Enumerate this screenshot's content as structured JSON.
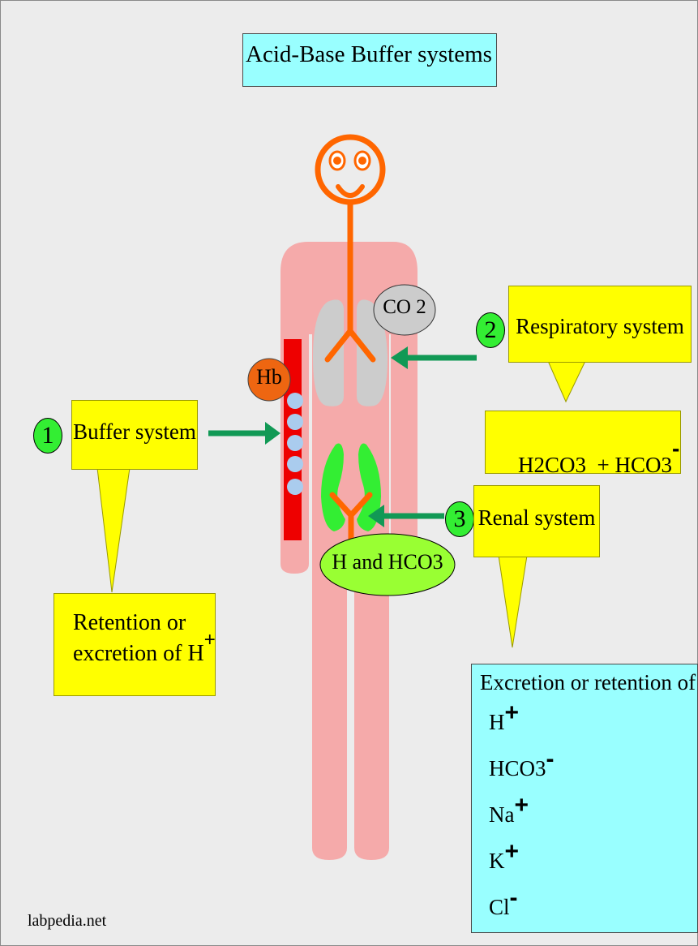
{
  "title": "Acid-Base Buffer systems",
  "body_labels": {
    "co2": "CO 2",
    "hb": "Hb",
    "kidney": "H and HCO3"
  },
  "buffer": {
    "number": "1",
    "label": "Buffer system",
    "result_line1": "Retention or",
    "result_line2": "excretion of H",
    "result_sup": "+"
  },
  "respiratory": {
    "number": "2",
    "label": "Respiratory system",
    "result": "H2CO3  + HCO3",
    "result_sup": "-"
  },
  "renal": {
    "number": "3",
    "label": "Renal system",
    "result_title": "Excretion or retention of",
    "ions": [
      {
        "name": "H",
        "charge": "+"
      },
      {
        "name": "HCO3",
        "charge": "-"
      },
      {
        "name": "Na",
        "charge": "+"
      },
      {
        "name": "K",
        "charge": "+"
      },
      {
        "name": "Cl",
        "charge": "-"
      }
    ]
  },
  "watermark": "labpedia.net",
  "colors": {
    "background": "#ececec",
    "body": "#f5aaaa",
    "figure": "#ff6600",
    "lungs": "#cccccc",
    "kidney": "#33ee33",
    "kidney_label": "#99ff33",
    "blood_vessel": "#ee0000",
    "arrow": "#119955",
    "yellow_box": "#ffff00",
    "cyan_box": "#99ffff",
    "number_badge": "#33ee33"
  }
}
